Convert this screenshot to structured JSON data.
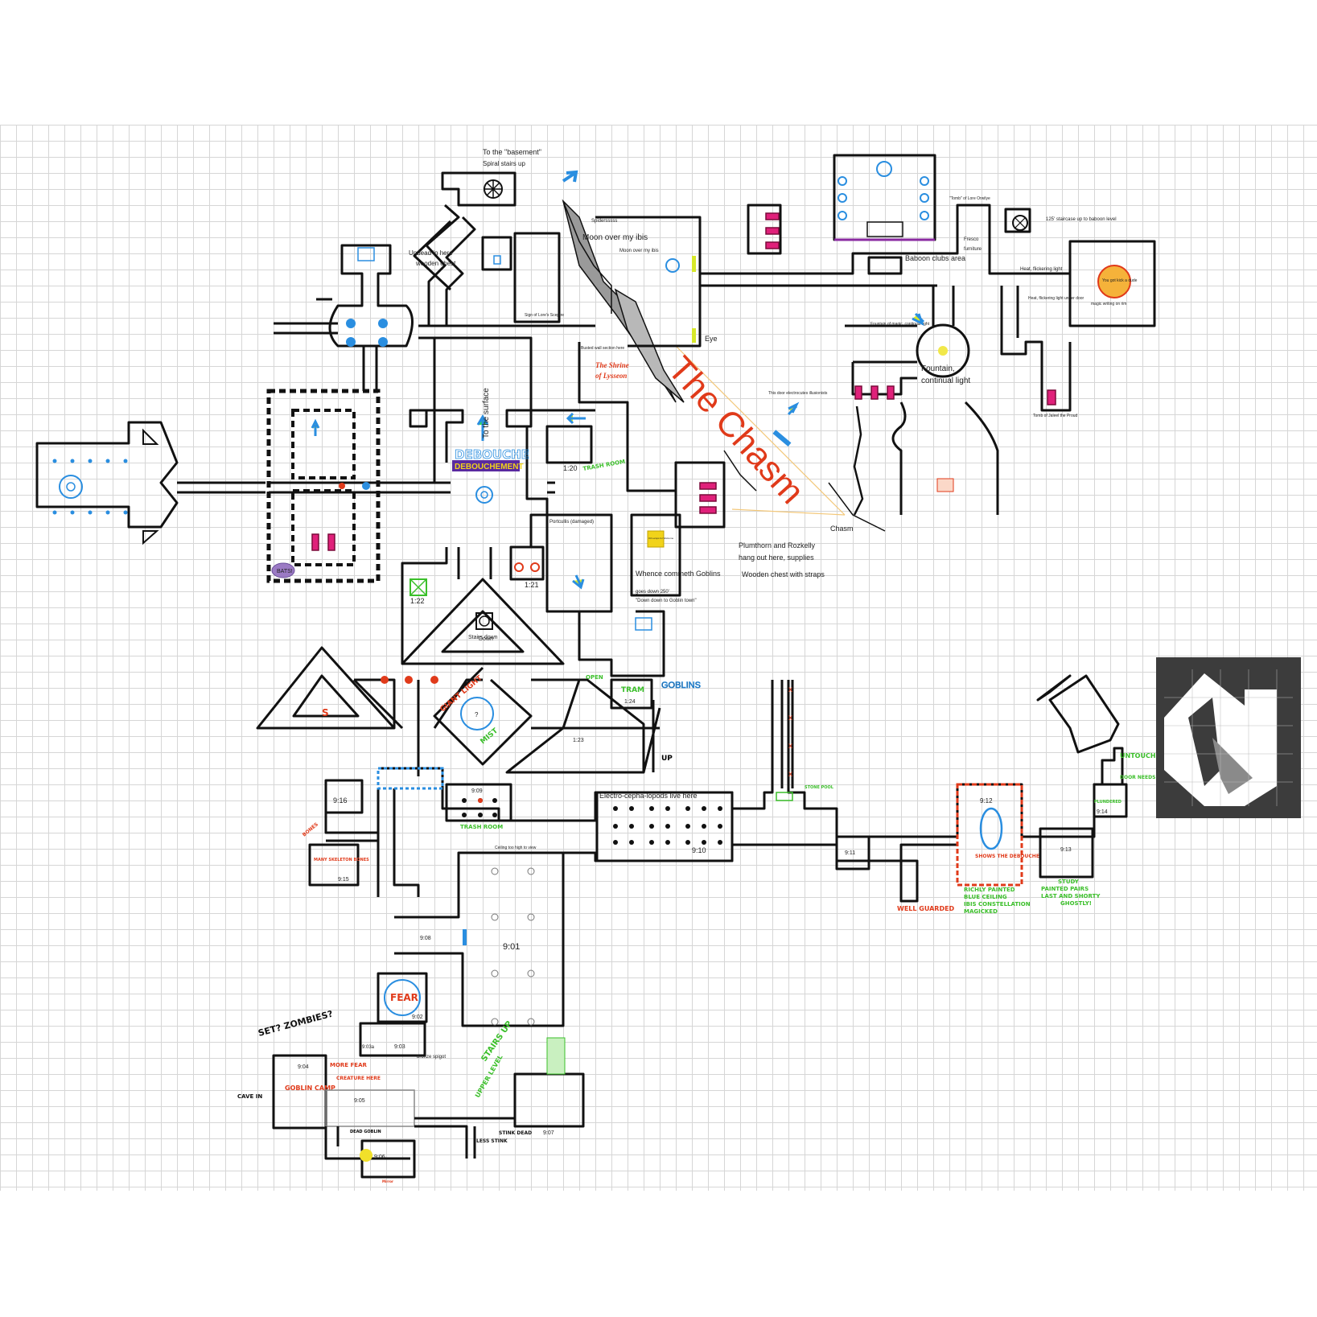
{
  "labels": {
    "basement_title": "To the \"basement\"",
    "spiral_stairs": "Spiral stairs up",
    "spidersss": "Spidersssss",
    "moon_ibis": "Moon over my ibis",
    "moon_ibis_small": "Moon over my ibis",
    "undead": "Undead in here",
    "wooden_chest": "wooden chest",
    "shrine_line1": "The Shrine",
    "shrine_line2": "of Lysseon",
    "chasm_big": "The Chasm",
    "chasm_small": "Chasm",
    "eye": "Eye",
    "debouche_hand": "DEBOUCHE",
    "debouchement": "DEBOUCHEMENT",
    "to_surface": "To the surface",
    "trash_room": "TRASH ROOM",
    "trash_room2": "TRASH ROOM",
    "portcullis": "Portcullis (damaged)",
    "whence_goblins": "Whence commeth Goblins",
    "goes_down": "goes down 250'",
    "down_to_goblin": "\"Down down to Goblin town\"",
    "plumthorn1": "Plumthorn and Rozkelly",
    "plumthorn2": "hang out here, supplies",
    "wooden_chest_straps": "Wooden chest with straps",
    "baboon_clubs": "Baboon clubs area",
    "staircase_baboon": "125' staircase up to baboon level",
    "fountain1": "Fountain,",
    "fountain2": "continual light",
    "fountain_magic": "Fountain of magic, continual light",
    "heat_flicker": "Heat, flickering light",
    "heat_under_door": "Heat, flickering light under door",
    "magic_writing": "magic writing on rim",
    "tomb_orwilye": "\"Tomb\" of Lore Orwilye",
    "tomb_jaleel": "Tomb of Jaleel the Proud",
    "fresco": "Fresco",
    "furniture": "furniture",
    "door_electrocutes": "This door electrocutes illusionists",
    "busted_wall": "Busted wall section here",
    "stairs_down": "Stairs down",
    "down": "Down",
    "up": "UP",
    "goblins": "GOBLINS",
    "electro": "Electro-cepha-lopods live here",
    "fear": "FEAR",
    "more_fear": "MORE FEAR",
    "creature_here": "CREATURE HERE",
    "goblin_camp": "GOBLIN CAMP",
    "cave_in": "CAVE IN",
    "set_zombies": "SET? ZOMBIES?",
    "bronze_spigot": "bronze spigot",
    "stairs_up": "STAIRS UP",
    "upper_level": "UPPER LEVEL",
    "dead_goblin": "DEAD GOBLIN",
    "stink_dead": "STINK DEAD",
    "less_stink": "LESS STINK",
    "well_guarded": "WELL GUARDED",
    "shows_debouche": "SHOWS THE DEBOUCHE",
    "richly1": "RICHLY PAINTED",
    "richly2": "BLUE CEILING",
    "richly3": "IBIS CONSTELLATION",
    "richly4": "MAGICKED",
    "study1": "STUDY",
    "study2": "PAINTED PAIRS",
    "study3": "LAST AND SHORTY",
    "study4": "GHOSTLY!",
    "untouched": "UNTOUCHED",
    "plundered": "PLUNDERED",
    "door_needs": "DOOR NEEDS KEY",
    "many_skeleton": "MANY SKELETON BONES",
    "bones": "BONES",
    "giant_light": "GIANT LIGHT",
    "mist": "MIST",
    "tram": "TRAM",
    "open": "OPEN",
    "stone_pillar": "STONE POOL",
    "ceiling_high": "Ceiling too high to view",
    "sign_text": "Sign of Lore's Sceptre",
    "bats": "BATS!",
    "q": "?",
    "you_got": "You got kick a dude",
    "yellow_note": "Oil Lamps for Welcome",
    "mirror": "Mirror"
  },
  "rooms": {
    "r1_20": "1:20",
    "r1_21": "1:21",
    "r1_22": "1:22",
    "r1_23": "1:23",
    "r1_24": "1:24",
    "r9_01": "9:01",
    "r9_02": "9:02",
    "r9_03": "9:03",
    "r9_03a": "9:03a",
    "r9_04": "9:04",
    "r9_05": "9:05",
    "r9_06": "9:06",
    "r9_07": "9:07",
    "r9_08": "9:08",
    "r9_09": "9:09",
    "r9_10": "9:10",
    "r9_11": "9:11",
    "r9_12": "9:12",
    "r9_13": "9:13",
    "r9_14": "9:14",
    "r9_15": "9:15",
    "r9_16": "9:16"
  },
  "colors": {
    "wall": "#111111",
    "grid": "#d6d6d6",
    "blue_marker": "#2a8ee0",
    "pink_door": "#e0207a",
    "red_text": "#e03a1a",
    "green_text": "#3bbf2a",
    "purple_label": "#5a2aa0",
    "minimap_bg": "#3c3c3c"
  },
  "icons": [
    "spiral-stairs-icon",
    "pillar-icon",
    "arrow-icon",
    "fountain-icon",
    "door-icon"
  ]
}
